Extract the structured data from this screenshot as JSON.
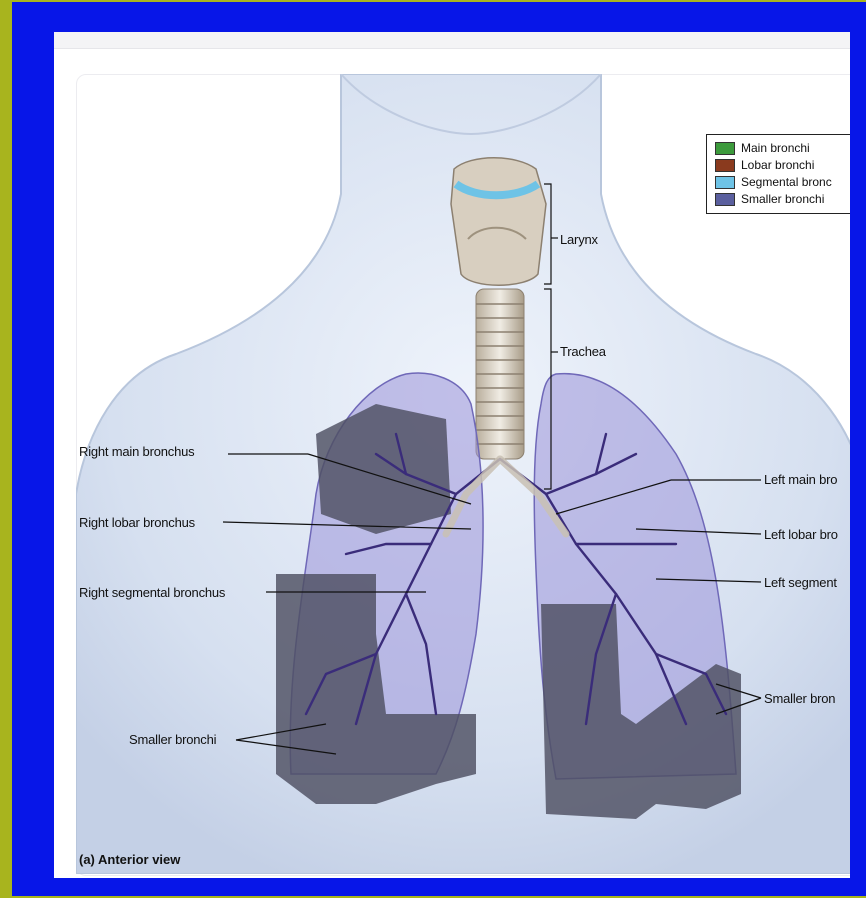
{
  "labels": {
    "larynx": "Larynx",
    "trachea": "Trachea",
    "right_main_bronchus": "Right main bronchus",
    "right_lobar_bronchus": "Right lobar bronchus",
    "right_segmental_bronchus": "Right segmental bronchus",
    "smaller_bronchi_right": "Smaller bronchi",
    "left_main_bronchus": "Left main bro",
    "left_lobar_bronchus": "Left lobar bro",
    "left_segmental_bronchus": "Left segment",
    "smaller_bronchi_left": "Smaller bron"
  },
  "caption": "(a) Anterior view",
  "legend": [
    {
      "label": "Main bronchi",
      "color": "#3c9a3c"
    },
    {
      "label": "Lobar bronchi",
      "color": "#8a3a1e"
    },
    {
      "label": "Segmental bronc",
      "color": "#6ec3e6"
    },
    {
      "label": "Smaller bronchi",
      "color": "#5a5f9e"
    }
  ],
  "colors": {
    "outer_border": "#a8b41e",
    "frame": "#0716e8",
    "body_tint": "#dfe7f4",
    "lung_shade": "#4e4f62",
    "lung_fill": "#9a94d8",
    "bronchi": "#3a2c7a",
    "cartilage": "#c9c1b4"
  }
}
